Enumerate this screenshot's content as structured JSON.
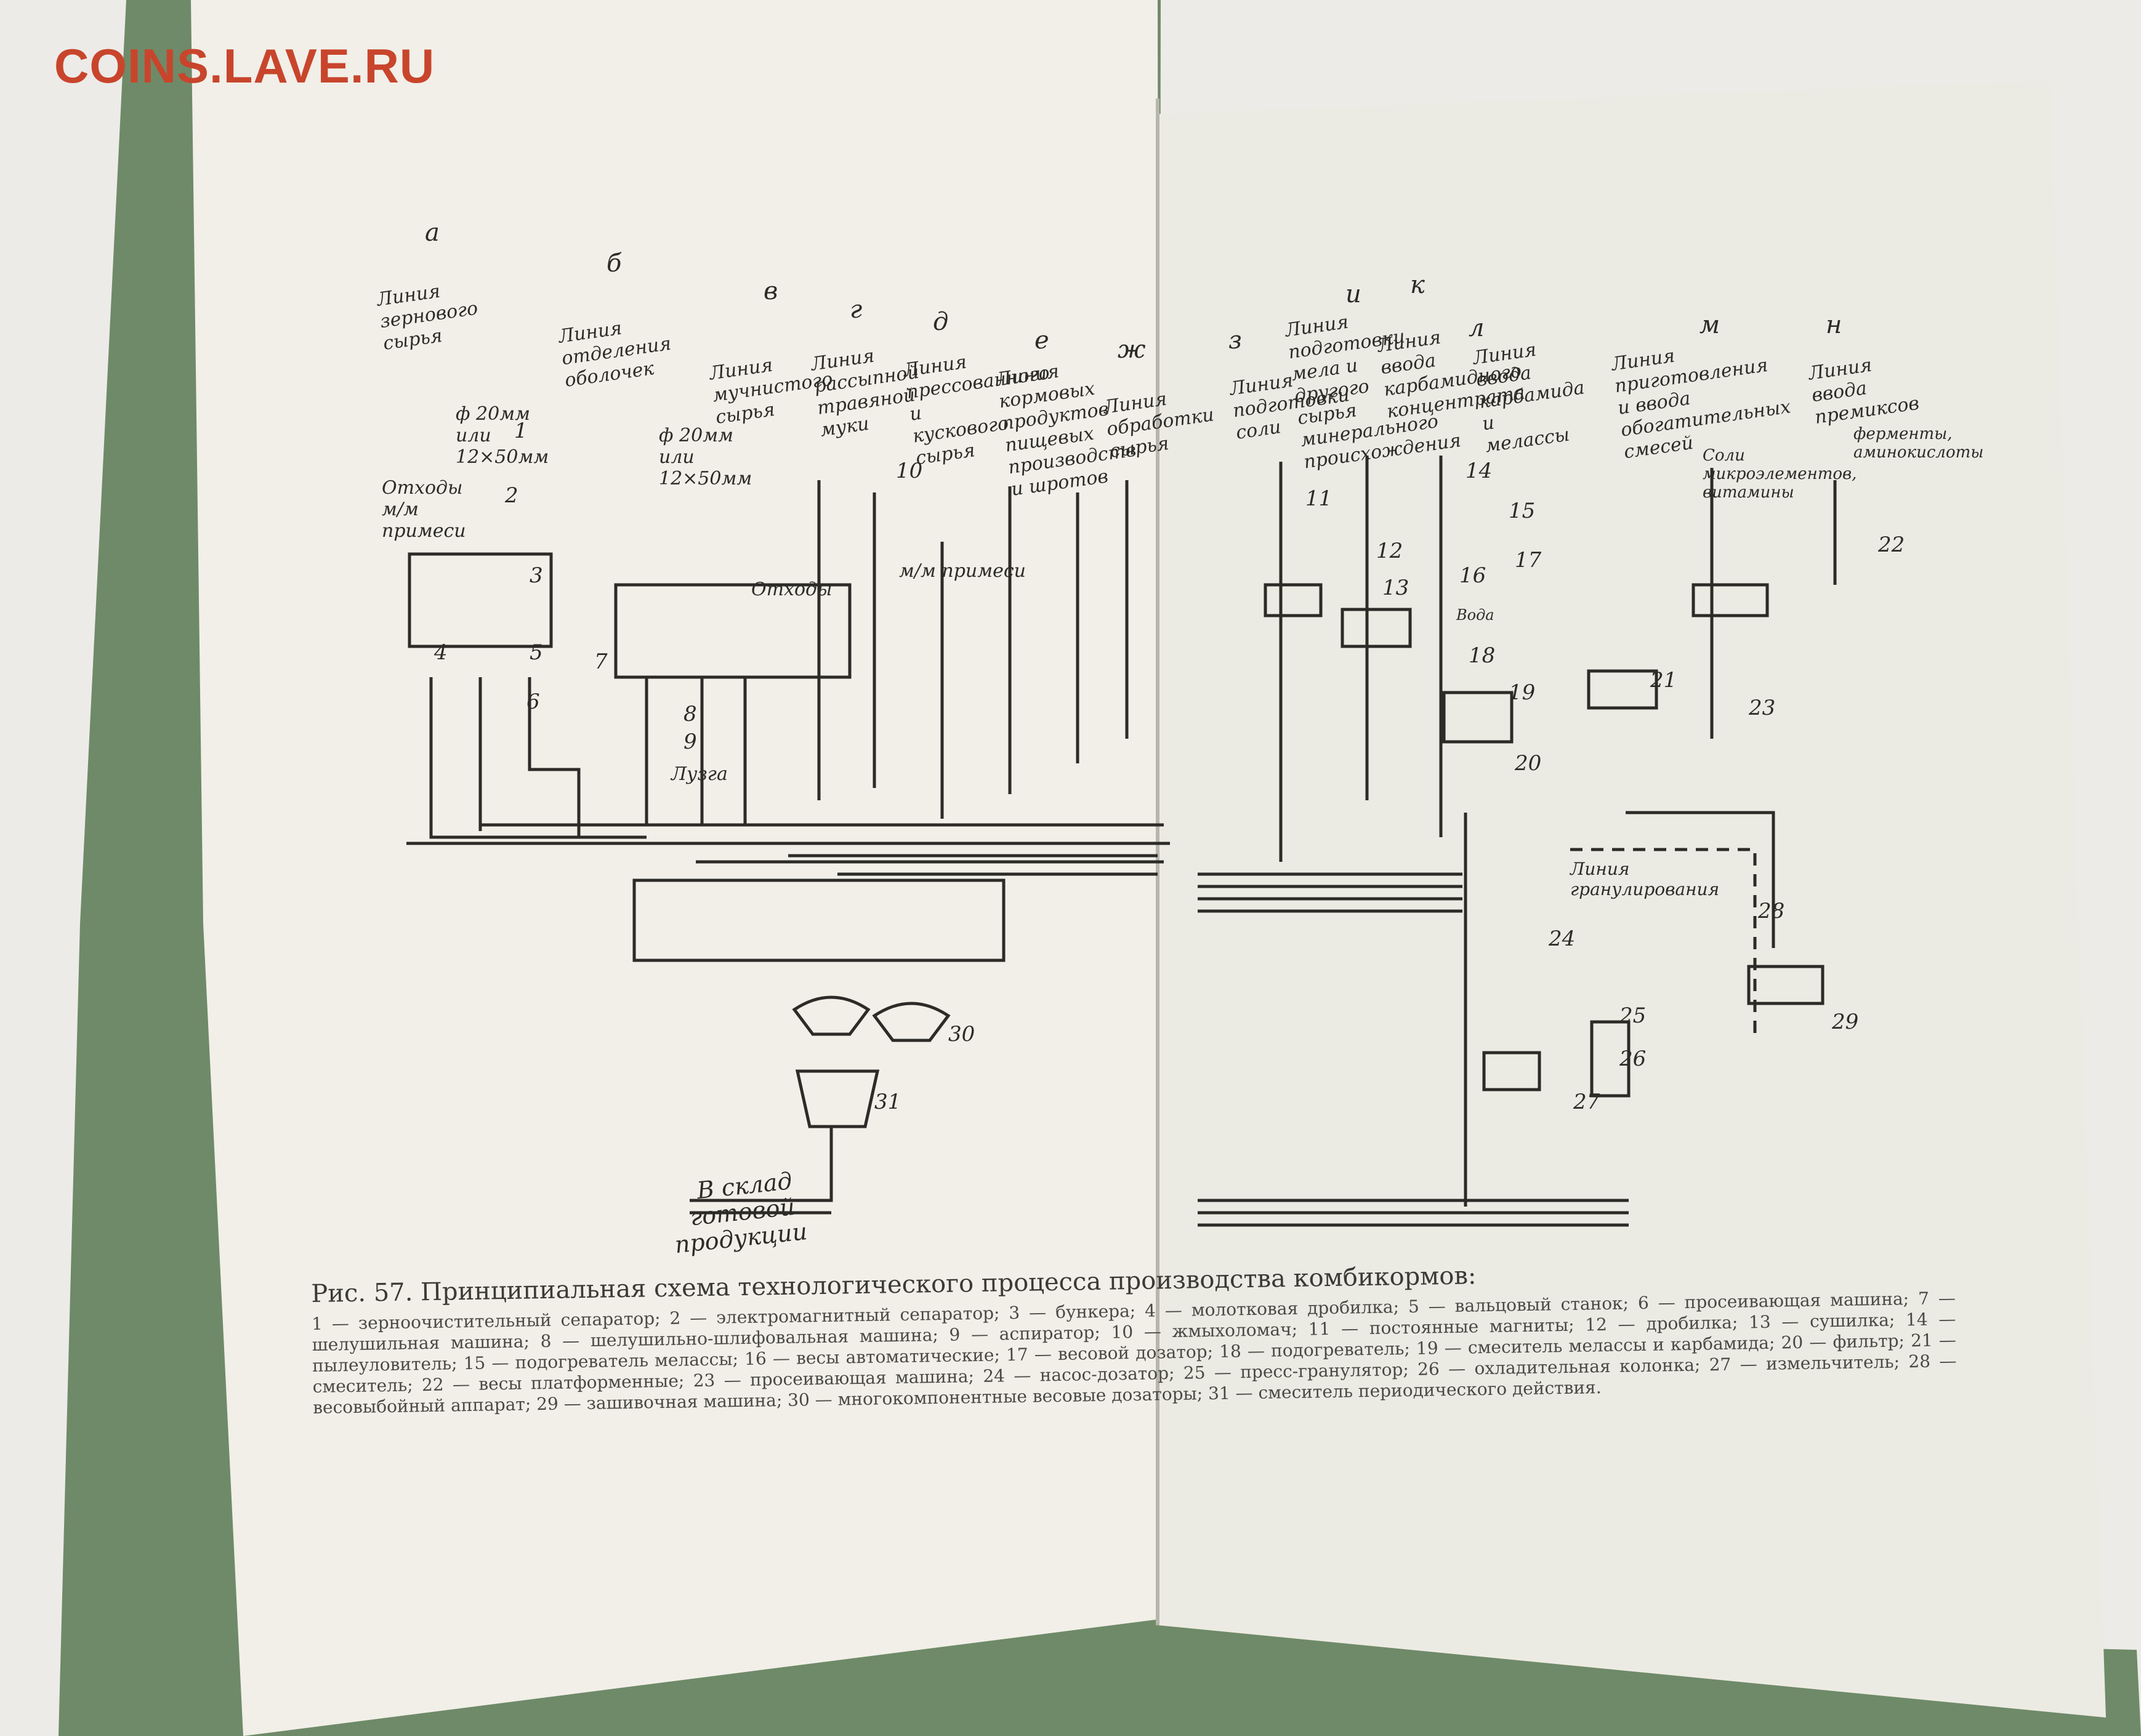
{
  "watermark": "COINS.LAVE.RU",
  "scheme": {
    "column_letters": [
      "а",
      "б",
      "в",
      "г",
      "д",
      "е",
      "ж",
      "з",
      "и",
      "к",
      "л",
      "м",
      "н"
    ],
    "line_labels": [
      "Линия зернового сырья",
      "Линия отделения оболочек",
      "Линия мучнистого сырья",
      "Линия рассыпной травяной муки",
      "Линия прессованного и кускового сырья",
      "Линия кормовых продуктов пищевых производств и шротов",
      "Линия обработки сырья",
      "Линия подготовки соли",
      "Линия подготовки мела и другого сырья минерального происхождения",
      "Линия ввода карбамидного концентрата",
      "Линия ввода карбамида и мелассы",
      "Линия приготовления и ввода обогатительных смесей",
      "Линия ввода премиксов"
    ],
    "annotations": {
      "sieve_1": "ф 20мм или 12×50мм",
      "sieve_2": "ф 20мм или 12×50мм",
      "waste_mm": "Отходы м/м примеси",
      "mm_impurity": "м/м примеси",
      "waste": "Отходы",
      "husk": "Лузга",
      "salts": "Соли микроэлементов, витамины",
      "enzymes": "ферменты, аминокислоты",
      "granulation": "Линия гранулирования",
      "water": "Вода",
      "output": "В склад готовой продукции"
    },
    "numbers": [
      "1",
      "2",
      "3",
      "4",
      "5",
      "6",
      "7",
      "8",
      "9",
      "10",
      "11",
      "12",
      "13",
      "14",
      "15",
      "16",
      "17",
      "18",
      "19",
      "20",
      "21",
      "22",
      "23",
      "24",
      "25",
      "26",
      "27",
      "28",
      "29",
      "30",
      "31"
    ]
  },
  "caption": {
    "title": "Рис. 57. Принципиальная схема технологического процесса производства комбикормов:",
    "body": "1 — зерноочистительный сепаратор; 2 — электромагнитный сепаратор; 3 — бункера; 4 — молотковая дробилка; 5 — вальцовый станок; 6 — просеивающая машина; 7 — шелушильная машина; 8 — шелушильно-шлифовальная машина; 9 — аспиратор; 10 — жмыхоломач; 11 — постоянные магниты; 12 — дробилка; 13 — сушилка; 14 — пылеуловитель; 15 — подогреватель мелассы; 16 — весы автоматические; 17 — весовой дозатор; 18 — подогреватель; 19 — смеситель мелассы и карбамида; 20 — фильтр; 21 — смеситель; 22 — весы платформенные; 23 — просеивающая машина; 24 — насос-дозатор; 25 — пресс-гранулятор; 26 — охладительная колонка; 27 — измельчитель; 28 — весовыбойный аппарат; 29 — зашивочная машина; 30 — многокомпонентные весовые дозаторы; 31 — смеситель периодического действия."
  },
  "colors": {
    "watermark": "#c8452c",
    "book_cover": "#6f8a68",
    "page_left": "#f1efe8",
    "page_right": "#ecebe3",
    "ink": "#2c2b27"
  }
}
